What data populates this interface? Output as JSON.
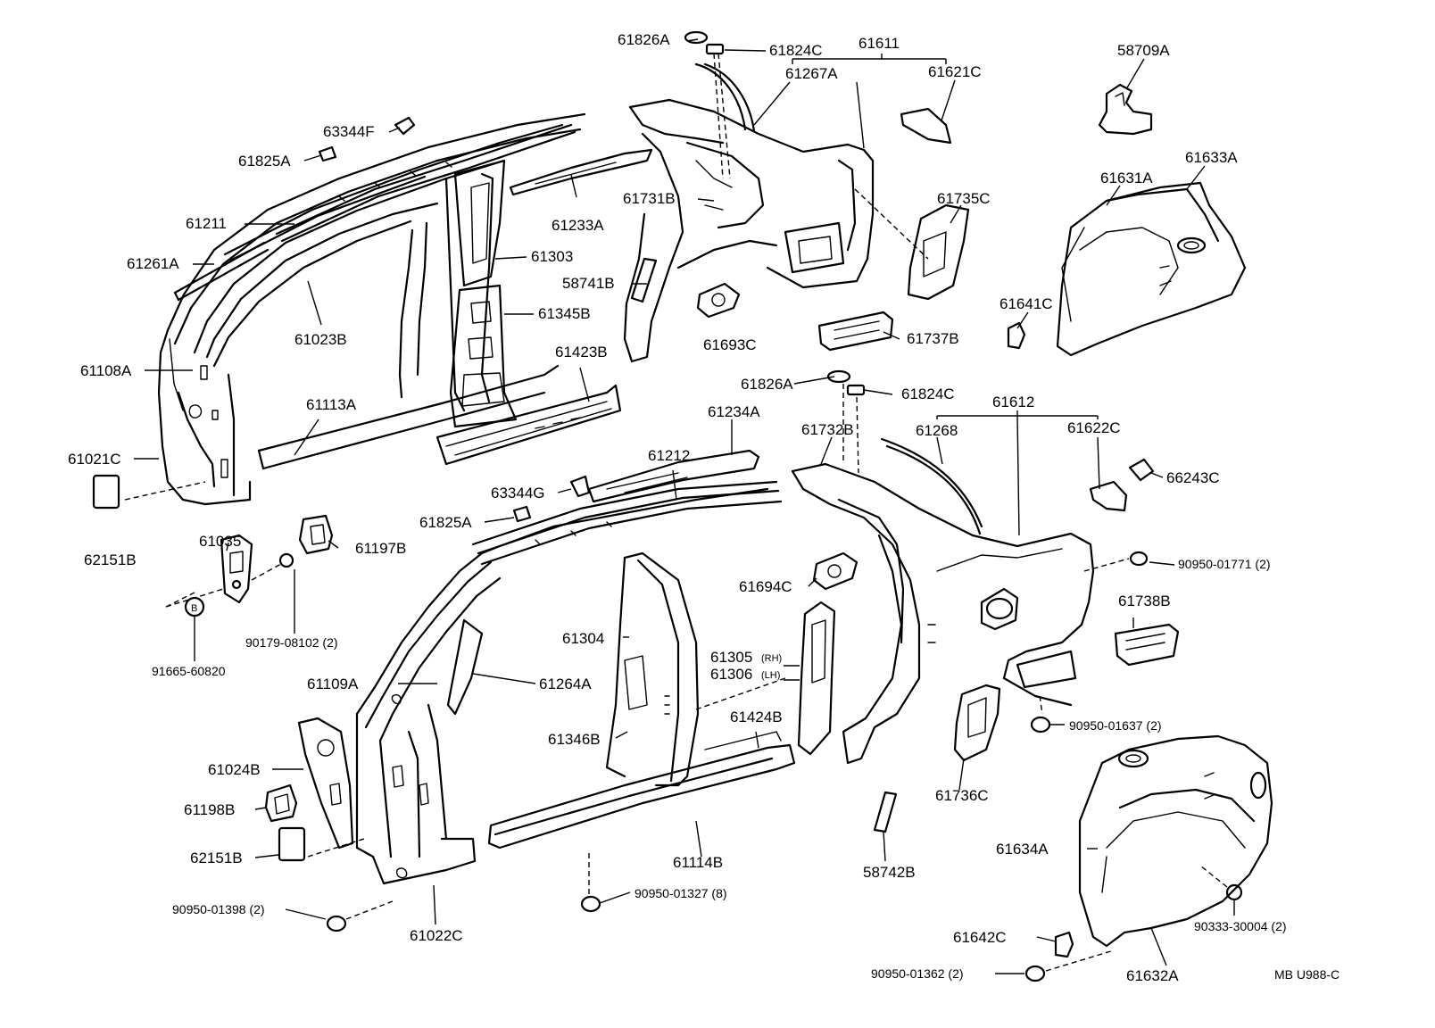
{
  "labels": {
    "p61826A_top": "61826A",
    "p61824C_top": "61824C",
    "p61611": "61611",
    "p61267A": "61267A",
    "p61621C": "61621C",
    "p58709A": "58709A",
    "p63344F": "63344F",
    "p61825A_top": "61825A",
    "p61211": "61211",
    "p61261A": "61261A",
    "p61233A": "61233A",
    "p61731B": "61731B",
    "p61735C": "61735C",
    "p61631A": "61631A",
    "p61633A": "61633A",
    "p61303": "61303",
    "p58741B": "58741B",
    "p61023B": "61023B",
    "p61345B": "61345B",
    "p61693C": "61693C",
    "p61737B": "61737B",
    "p61641C": "61641C",
    "p61108A": "61108A",
    "p61423B": "61423B",
    "p61113A": "61113A",
    "p61826A_bot": "61826A",
    "p61824C_bot": "61824C",
    "p61612": "61612",
    "p61234A": "61234A",
    "p61732B": "61732B",
    "p61268": "61268",
    "p61622C": "61622C",
    "p61021C": "61021C",
    "p61212": "61212",
    "p66243C": "66243C",
    "p63344G": "63344G",
    "p61825A_bot": "61825A",
    "p62151B_top": "62151B",
    "p61035": "61035",
    "p61197B": "61197B",
    "p90950_01771": "90950-01771 (2)",
    "p61694C": "61694C",
    "p61738B": "61738B",
    "p90179_08102": "90179-08102 (2)",
    "p91665_60820": "91665-60820",
    "p61304": "61304",
    "p61305": "61305",
    "p61305_side": "(RH)",
    "p61306": "61306",
    "p61306_side": "(LH)",
    "p61109A": "61109A",
    "p61264A": "61264A",
    "p61424B": "61424B",
    "p90950_01637": "90950-01637 (2)",
    "p61346B": "61346B",
    "p61024B": "61024B",
    "p61736C": "61736C",
    "p61198B": "61198B",
    "p61114B": "61114B",
    "p61634A": "61634A",
    "p62151B_bot": "62151B",
    "p58742B": "58742B",
    "p90950_01327": "90950-01327 (8)",
    "p90950_01398": "90950-01398 (2)",
    "p61022C": "61022C",
    "p90333_30004": "90333-30004 (2)",
    "p61642C": "61642C",
    "p90950_01362": "90950-01362 (2)",
    "p61632A": "61632A",
    "marker_B": "B",
    "drawing_code": "MB  U988-C"
  }
}
